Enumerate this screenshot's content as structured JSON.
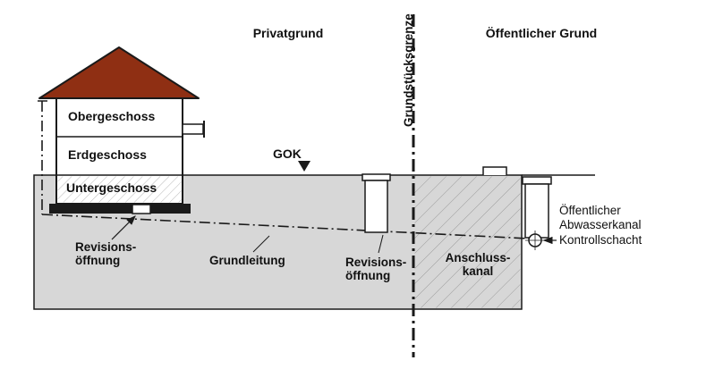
{
  "colors": {
    "roof": "#8f2f13",
    "ground": "#d7d7d7",
    "line": "#1a1a1a"
  },
  "zones": {
    "private": "Privatgrund",
    "public": "Öffentlicher Grund",
    "boundary": "Grundstücksgrenze"
  },
  "house": {
    "upper_floor": "Obergeschoss",
    "ground_floor": "Erdgeschoss",
    "basement": "Untergeschoss"
  },
  "marks": {
    "gok": "GOK"
  },
  "pipes": {
    "revision_opening": "Revisions-\nöffnung",
    "base_pipe": "Grundleitung",
    "connection_channel": "Anschluss-\nkanal",
    "public_sewer": "Öffentlicher\nAbwasserkanal",
    "control_shaft": "Kontrollschacht"
  }
}
